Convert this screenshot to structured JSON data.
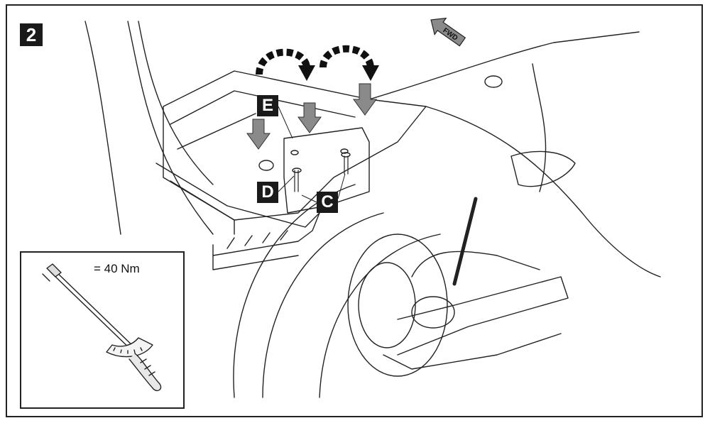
{
  "step_number": "2",
  "fwd_label": "FWD",
  "callouts": {
    "e": "E",
    "d": "D",
    "c": "C"
  },
  "torque": {
    "label": "= 40 Nm"
  },
  "colors": {
    "ink": "#1a1a1a",
    "arrow_gray": "#8a8a8a",
    "paper": "#ffffff"
  }
}
